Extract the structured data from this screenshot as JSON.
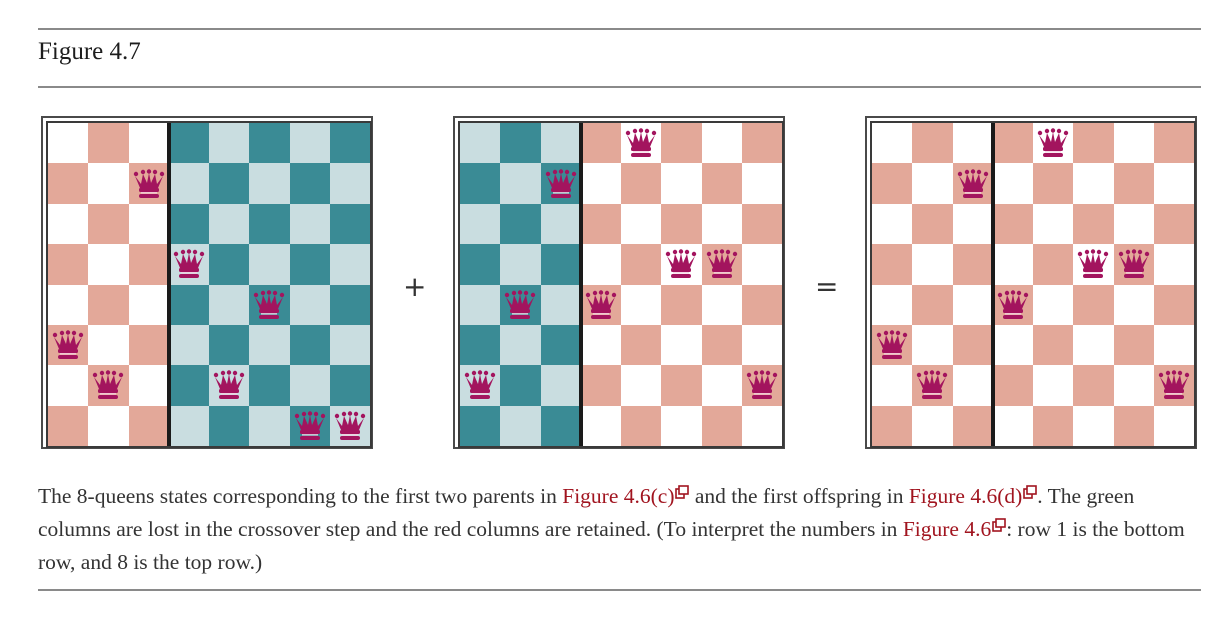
{
  "figure": {
    "title": "Figure 4.7",
    "operators": {
      "plus": "+",
      "equals": "="
    },
    "colors": {
      "kept_dark": "#e3a899",
      "kept_light": "#ffffff",
      "lost_dark": "#3a8b95",
      "lost_light": "#c9dde0",
      "queen": "#a3145e",
      "divider": "#1a1a1a",
      "link": "#a1141f"
    },
    "crossover_point": 3,
    "boards": [
      {
        "name": "parent-1",
        "state": "32752411",
        "queens": [
          3,
          2,
          7,
          5,
          2,
          4,
          1,
          1
        ],
        "lost_columns": [
          4,
          5,
          6,
          7,
          8
        ],
        "kept_columns": [
          1,
          2,
          3
        ]
      },
      {
        "name": "parent-2",
        "state": "24748552",
        "queens": [
          2,
          4,
          7,
          4,
          8,
          5,
          5,
          2
        ],
        "lost_columns": [
          1,
          2,
          3
        ],
        "kept_columns": [
          4,
          5,
          6,
          7,
          8
        ]
      },
      {
        "name": "offspring",
        "state": "32748552",
        "queens": [
          3,
          2,
          7,
          4,
          8,
          5,
          5,
          2
        ],
        "lost_columns": [],
        "kept_columns": [
          1,
          2,
          3,
          4,
          5,
          6,
          7,
          8
        ]
      }
    ]
  },
  "caption": {
    "part1": "The 8-queens states corresponding to the first two parents in ",
    "link1": "Figure 4.6(c)",
    "part2": " and the first offspring in ",
    "link2": "Figure 4.6(d)",
    "part3": ". The green columns are lost in the crossover step and the red columns are retained. (To interpret the numbers in ",
    "link3": "Figure 4.6",
    "part4": ": row 1 is the bottom row, and 8 is the top row.)",
    "link_icon": "external-link-icon"
  }
}
